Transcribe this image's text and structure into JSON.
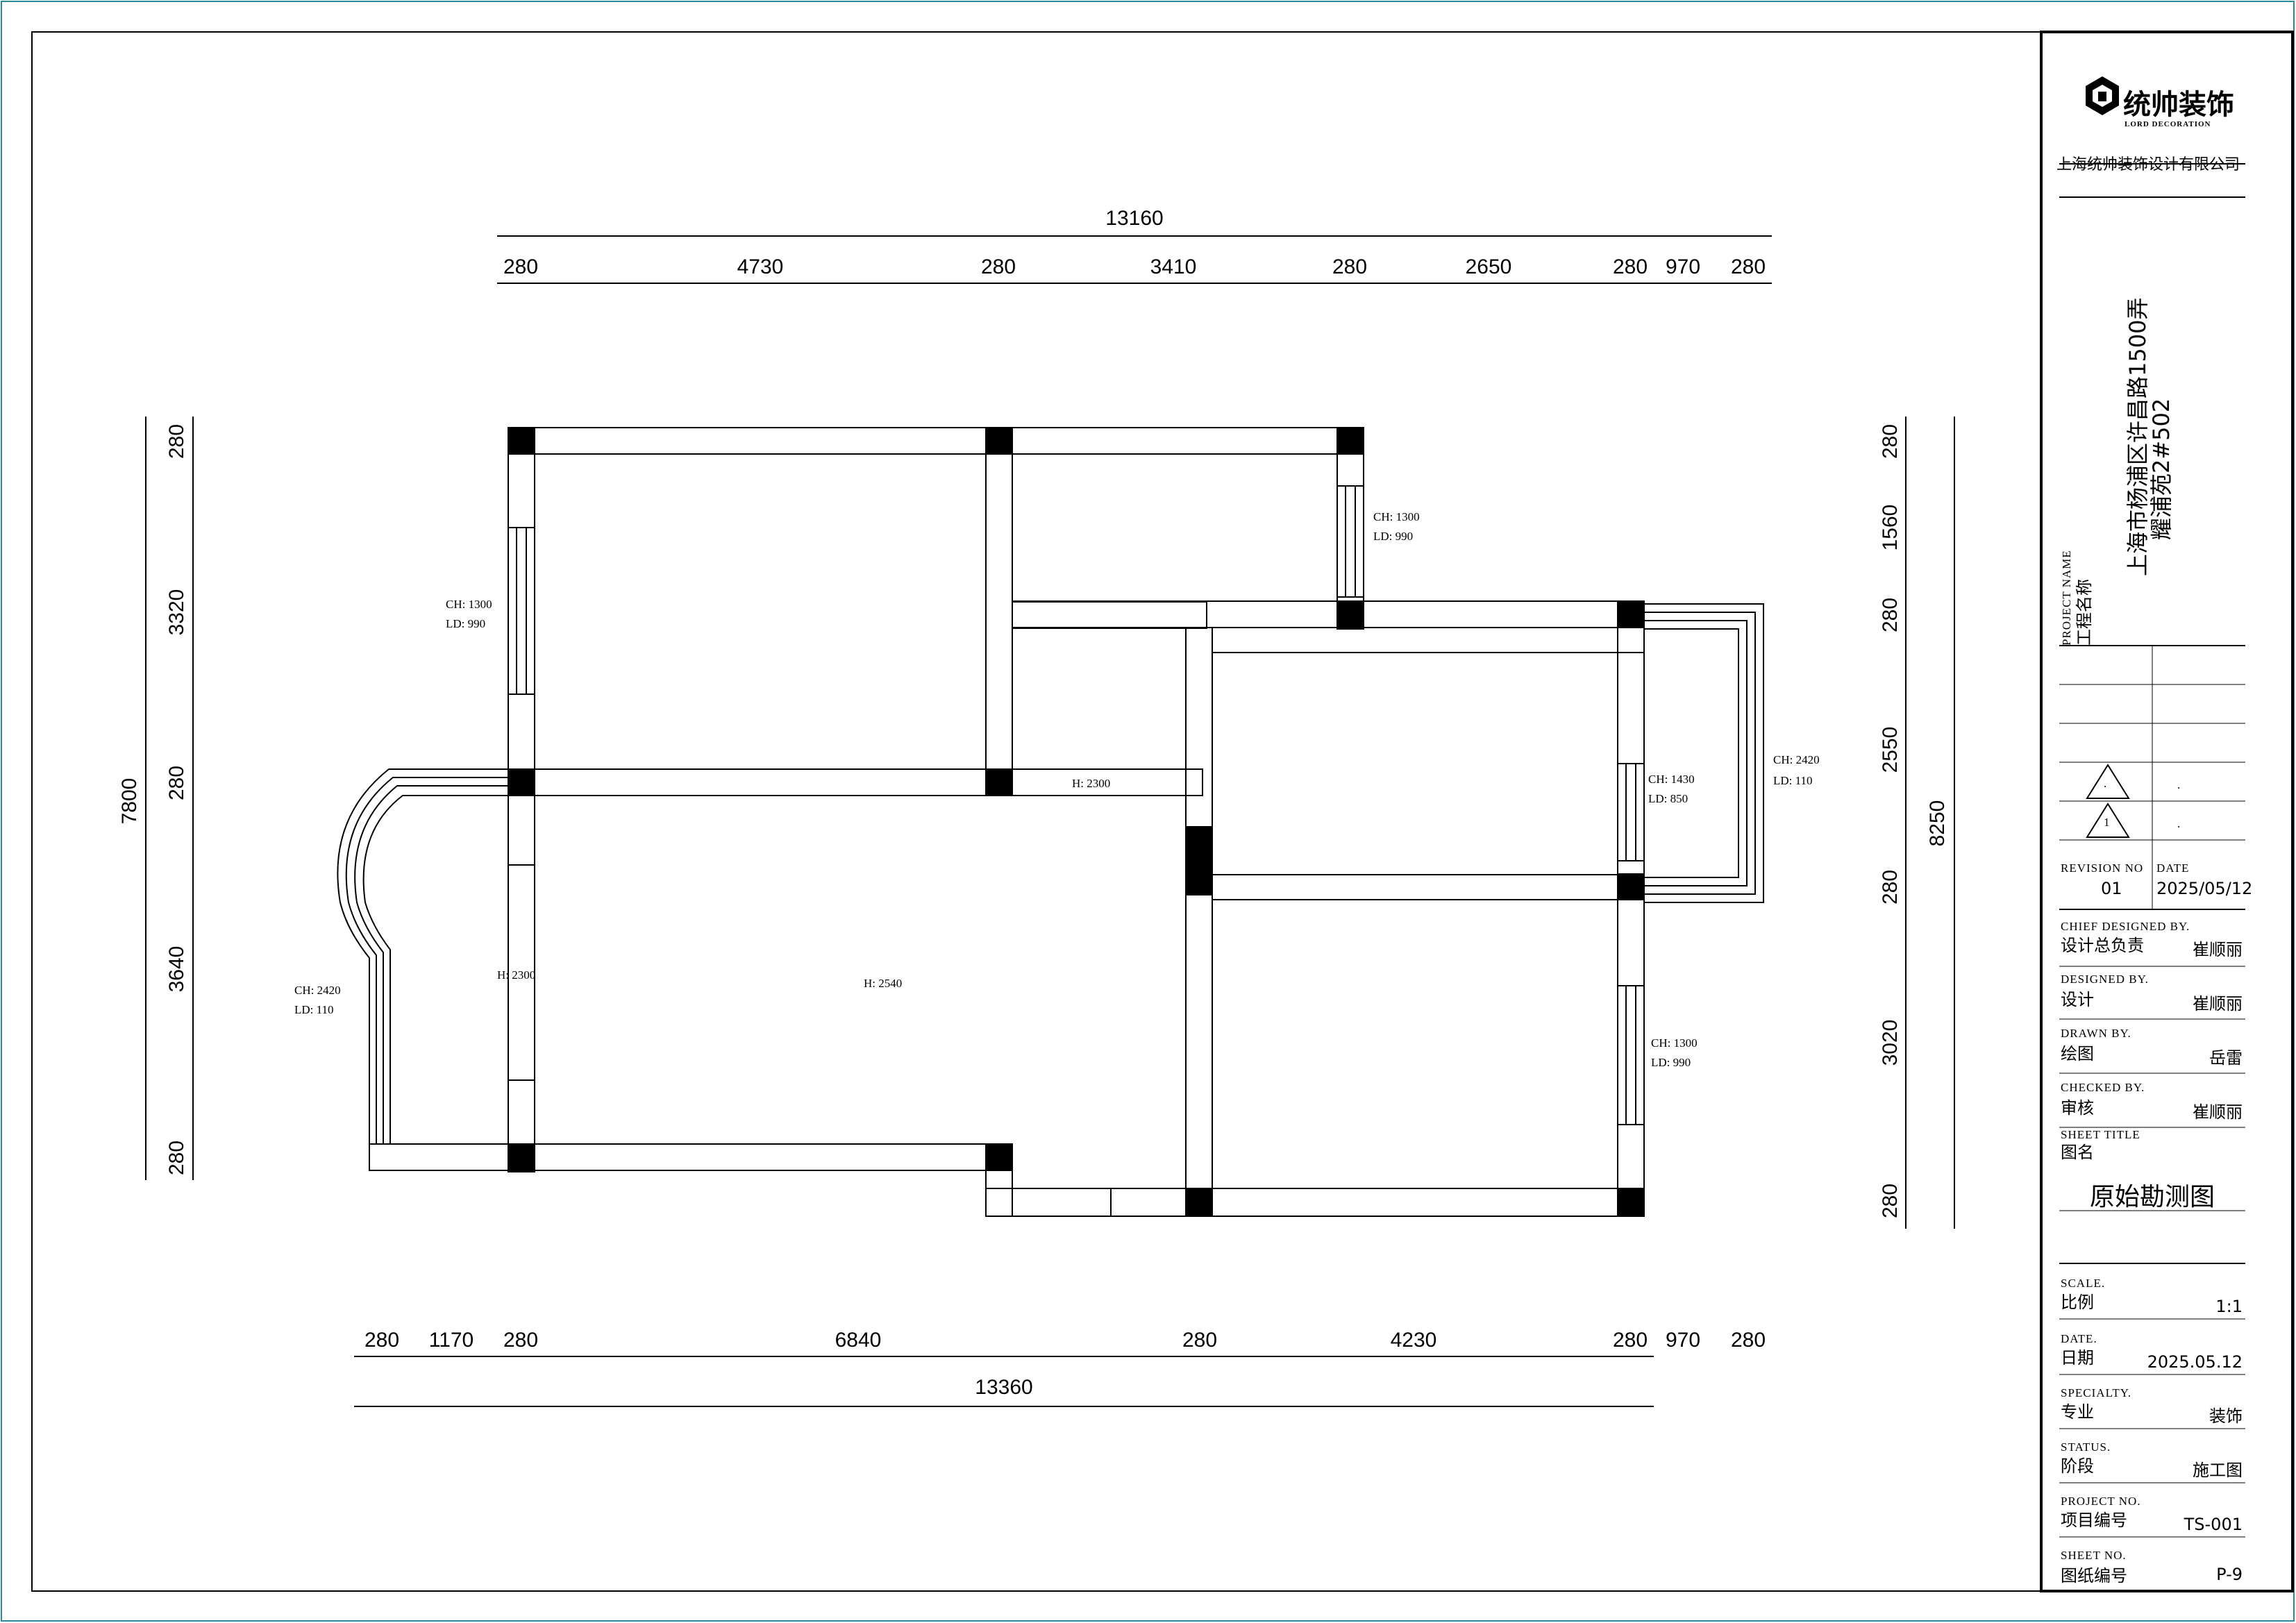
{
  "dims_top": {
    "overall": "13160",
    "segments": [
      "280",
      "4730",
      "280",
      "3410",
      "280",
      "2650",
      "280",
      "970",
      "280"
    ]
  },
  "dims_bottom": {
    "overall": "13360",
    "segments": [
      "280",
      "1170",
      "280",
      "6840",
      "280",
      "4230",
      "280",
      "970",
      "280"
    ]
  },
  "dims_left": {
    "overall": "7800",
    "segments": [
      "280",
      "3320",
      "280",
      "3640",
      "280"
    ]
  },
  "dims_right": {
    "overall": "8250",
    "segments": [
      "280",
      "1560",
      "280",
      "2550",
      "280",
      "3020",
      "280"
    ]
  },
  "notes": {
    "w1_ch": "CH: 1300",
    "w1_ld": "LD:  990",
    "w2_ch": "CH: 1300",
    "w2_ld": "LD:  990",
    "w3_ch": "CH: 1430",
    "w3_ld": "LD:  850",
    "w4_ch": "CH: 2420",
    "w4_ld": "LD:  110",
    "w5_ch": "CH: 2420",
    "w5_ld": "LD:  110",
    "w6_ch": "CH: 1300",
    "w6_ld": "LD:  990",
    "h1": "H: 2300",
    "h2": "H: 2300",
    "h3": "H: 2540"
  },
  "title_block": {
    "brand": "统帅装饰",
    "brand_en": "LORD DECORATION",
    "company": "上海统帅装饰设计有限公司",
    "project_name_en": "PROJECT NAME",
    "project_name_cn": "工程名称",
    "project_line1": "上海市杨浦区许昌路1500弄",
    "project_line2": "耀浦苑2#502",
    "rev_dot1": ".",
    "rev_dot2": ".",
    "rev_tri1": ".",
    "rev_tri2": "1",
    "revision_label": "REVISION NO",
    "revision_value": "01",
    "date_label_en": "DATE",
    "date_label_value": "2025/05/12",
    "chief_en": "CHIEF DESIGNED BY.",
    "chief_cn": "设计总负责",
    "chief_value": "崔顺丽",
    "designed_en": "DESIGNED BY.",
    "designed_cn": "设计",
    "designed_value": "崔顺丽",
    "drawn_en": "DRAWN BY.",
    "drawn_cn": "绘图",
    "drawn_value": "岳雷",
    "checked_en": "CHECKED BY.",
    "checked_cn": "审核",
    "checked_value": "崔顺丽",
    "sheet_title_en": "SHEET TITLE",
    "sheet_title_cn": "图名",
    "sheet_title_value": "原始勘测图",
    "scale_en": "SCALE.",
    "scale_cn": "比例",
    "scale_value": "1:1",
    "date_en": "DATE.",
    "date_cn": "日期",
    "date_value": "2025.05.12",
    "specialty_en": "SPECIALTY.",
    "specialty_cn": "专业",
    "specialty_value": "装饰",
    "status_en": "STATUS.",
    "status_cn": "阶段",
    "status_value": "施工图",
    "project_no_en": "PROJECT NO.",
    "project_no_cn": "项目编号",
    "project_no_value": "TS-001",
    "sheet_no_en": "SHEET NO.",
    "sheet_no_cn": "图纸编号",
    "sheet_no_value": "P-9"
  }
}
